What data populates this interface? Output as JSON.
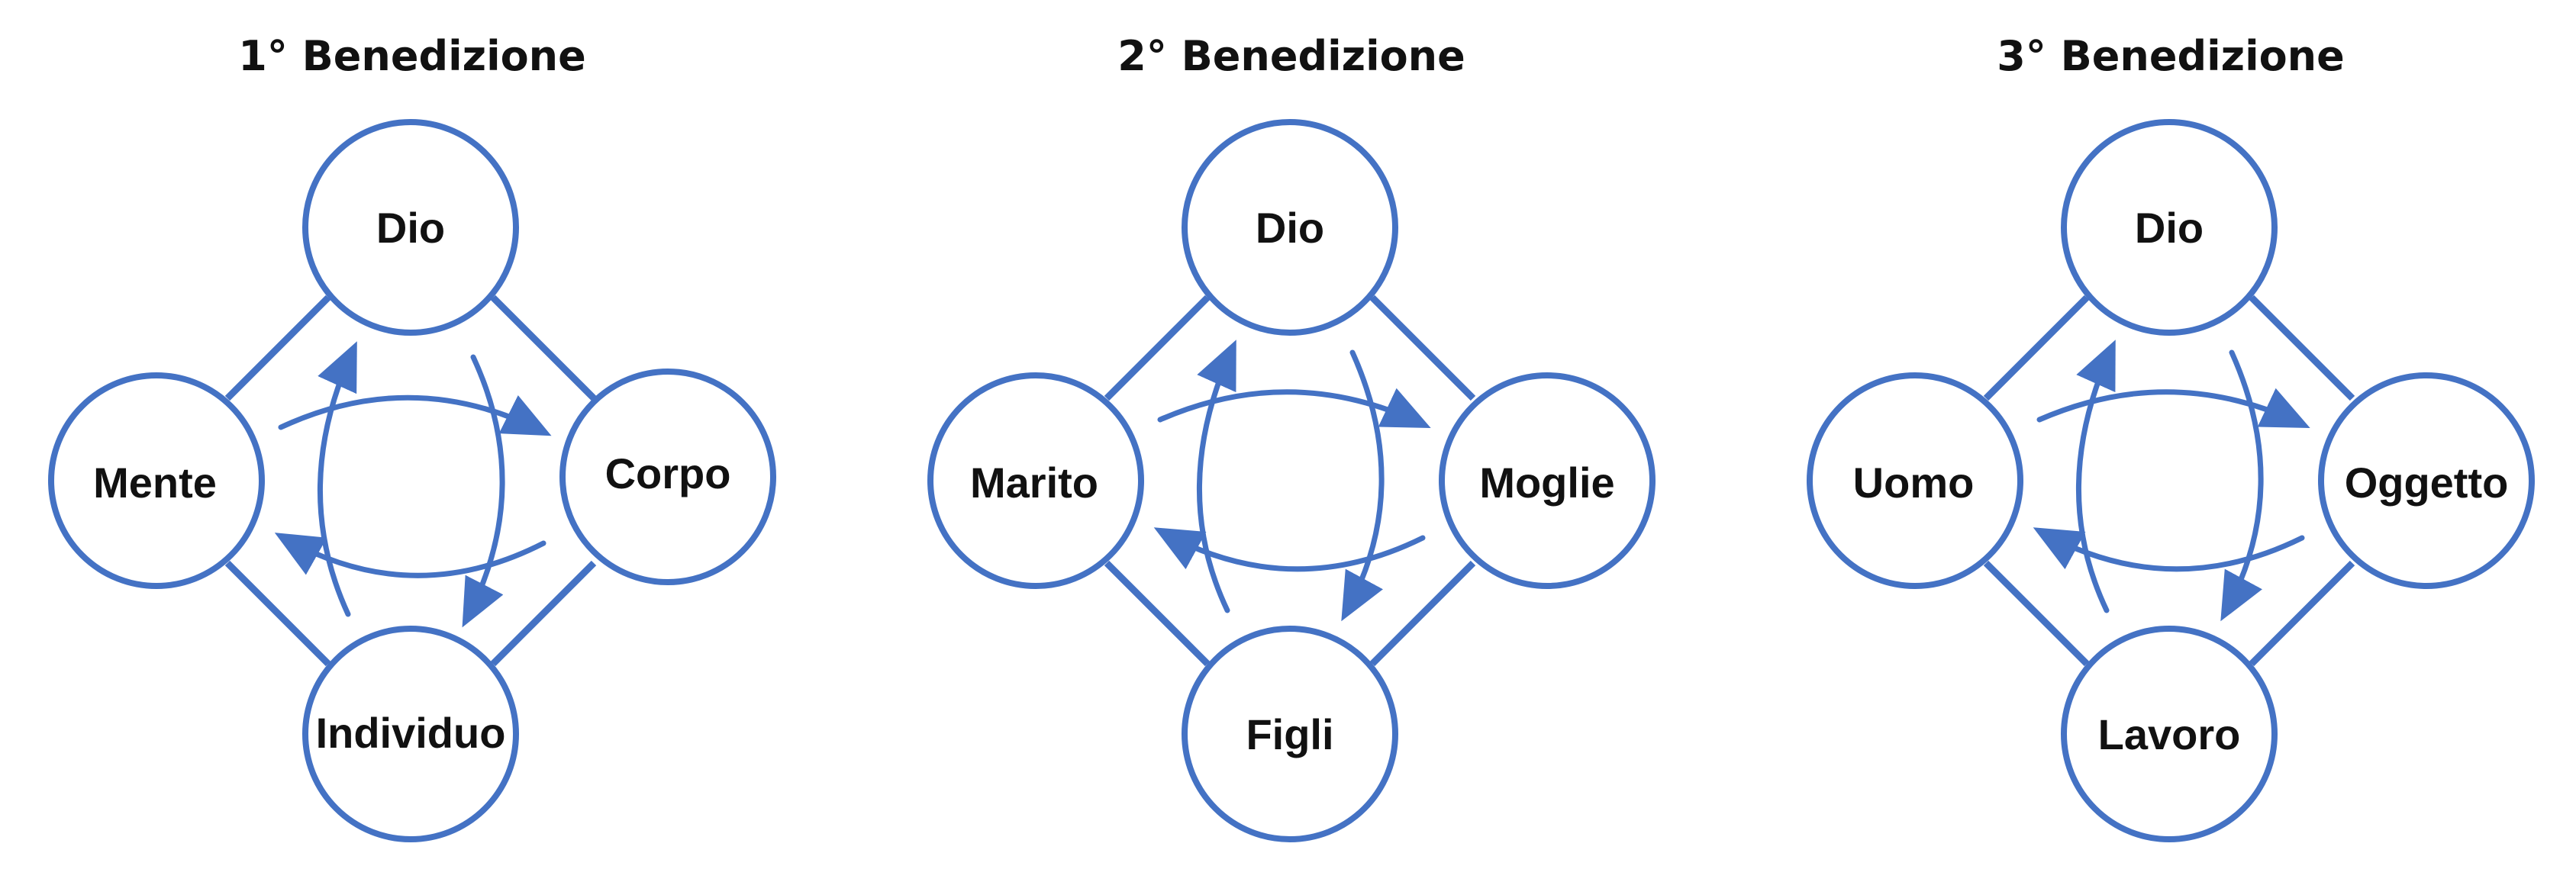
{
  "colors": {
    "accent": "#4472c4",
    "text": "#111111",
    "background": "#ffffff"
  },
  "panels": [
    {
      "title": "1° Benedizione",
      "nodes": {
        "top": "Dio",
        "left": "Mente",
        "right": "Corpo",
        "bottom": "Individuo"
      }
    },
    {
      "title": "2° Benedizione",
      "nodes": {
        "top": "Dio",
        "left": "Marito",
        "right": "Moglie",
        "bottom": "Figli"
      }
    },
    {
      "title": "3° Benedizione",
      "nodes": {
        "top": "Dio",
        "left": "Uomo",
        "right": "Oggetto",
        "bottom": "Lavoro"
      }
    }
  ]
}
